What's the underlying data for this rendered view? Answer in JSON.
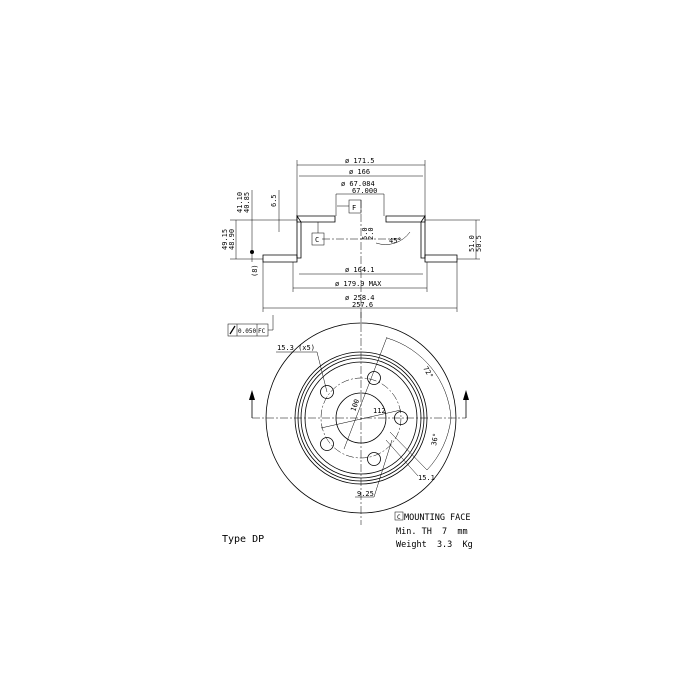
{
  "section": {
    "dim_171_5": "ø 171.5",
    "dim_166": "ø 166",
    "dim_67_084": "ø 67.084",
    "dim_67_000": "67.000",
    "datum_f": "F",
    "datum_c": "C",
    "dim_6_5": "6.5",
    "dim_41_10": "41.10",
    "dim_40_85": "40.85",
    "dim_49_15": "49.15",
    "dim_48_90": "48.90",
    "dim_8": "(8)",
    "dim_5_0": "5.0",
    "dim_2_0": "2.0",
    "angle_45": "45°",
    "dim_51_0": "51.0",
    "dim_50_5": "50.5",
    "dim_164_1": "ø 164.1",
    "dim_179_9": "ø 179.9 MAX",
    "dim_258_4": "ø 258.4",
    "dim_257_6": "257.6"
  },
  "face": {
    "runout_value": "0.050",
    "runout_ref": "FC",
    "hole_dia": "15.3 (x5)",
    "angle_72": "72°",
    "pcd": "100",
    "dim_112": "112",
    "angle_36": "36°",
    "dim_15_1": "15.1",
    "dim_9_25": "9.25"
  },
  "notes": {
    "c_label": "C",
    "mounting_face": "MOUNTING FACE",
    "min_th": "Min. TH  7  mm",
    "weight": "Weight  3.3  Kg",
    "type": "Type DP"
  }
}
